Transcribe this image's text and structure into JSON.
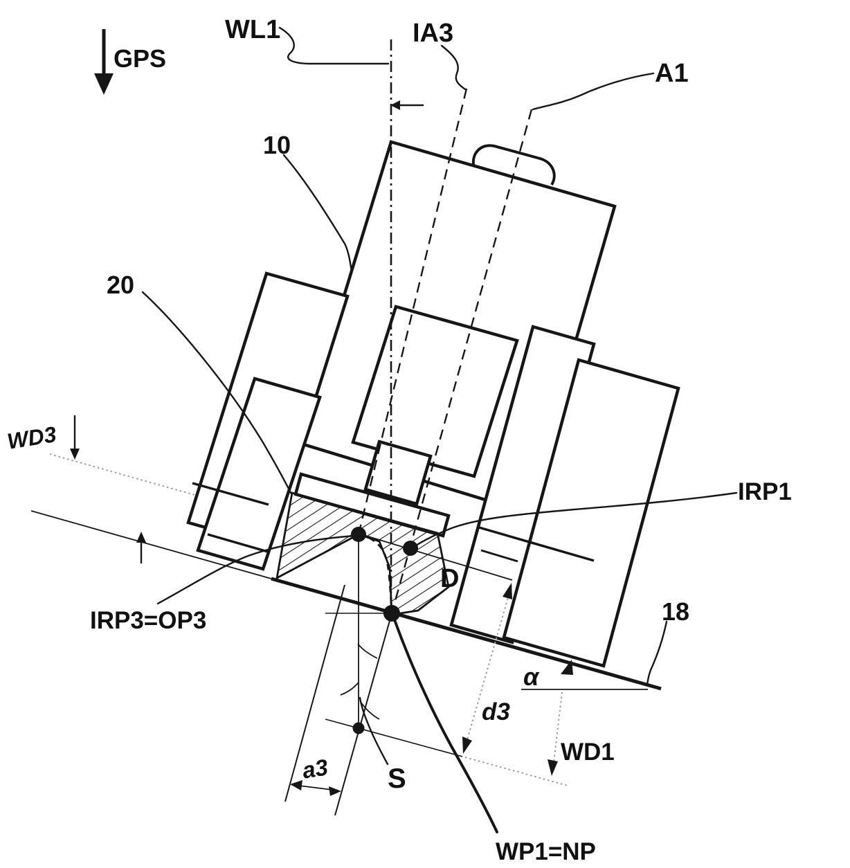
{
  "figure": {
    "title": "Patent-style technical diagram of an inclined welding/machining tool over a workpiece",
    "colors": {
      "line": "#161616",
      "gray_reference": "#9a9a9a",
      "background": "#ffffff"
    },
    "labels": {
      "gps": "GPS",
      "wl1": "WL1",
      "ia3": "IA3",
      "a1": "A1",
      "ref10": "10",
      "ref20": "20",
      "ref18": "18",
      "wd3": "WD3",
      "irp3": "IRP3=OP3",
      "irp1": "IRP1",
      "d": "D",
      "alpha": "α",
      "d3": "d3",
      "wd1": "WD1",
      "a3": "a3",
      "s": "S",
      "wp1": "WP1=NP"
    }
  }
}
